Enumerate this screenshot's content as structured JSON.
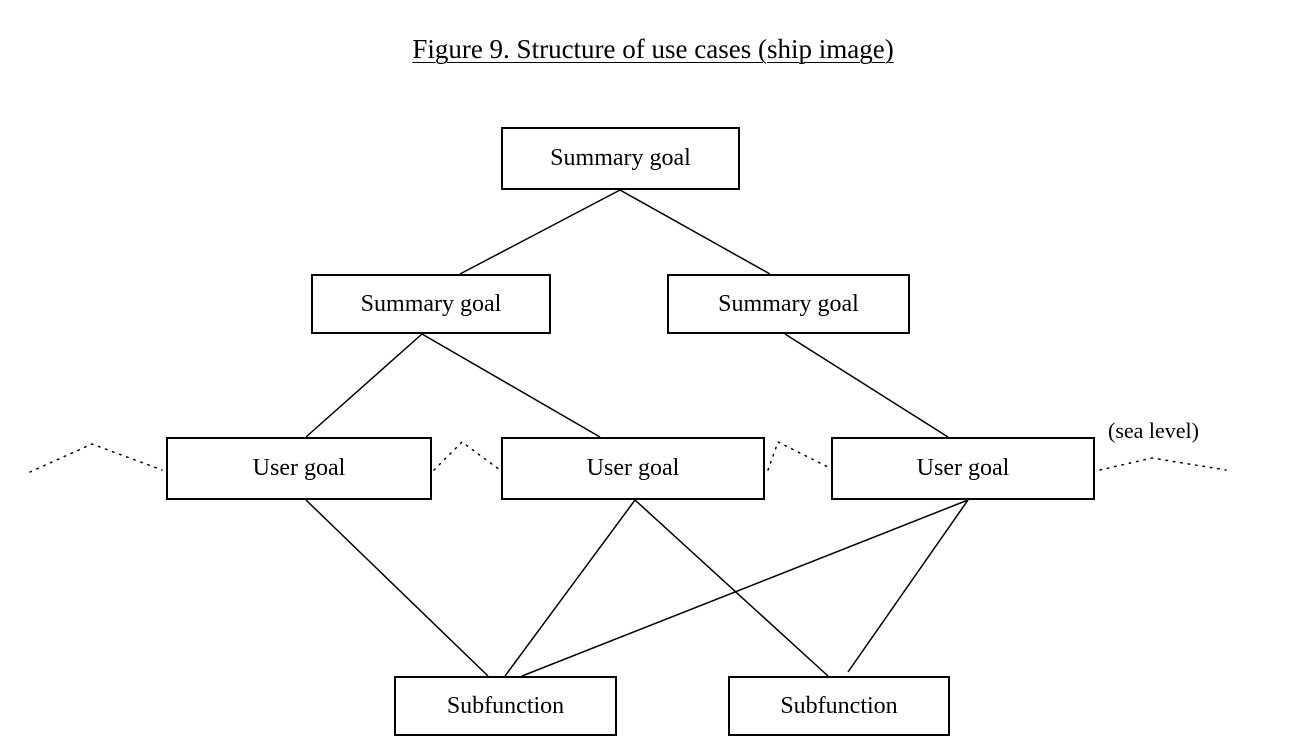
{
  "diagram": {
    "title": "Figure 9. Structure of use cases (ship image)",
    "sea_level_label": "(sea level)",
    "nodes": {
      "summary_root": "Summary goal",
      "summary_left": "Summary goal",
      "summary_right": "Summary goal",
      "user_1": "User goal",
      "user_2": "User goal",
      "user_3": "User goal",
      "sub_1": "Subfunction",
      "sub_2": "Subfunction"
    },
    "edges": [
      [
        "summary_root",
        "summary_left"
      ],
      [
        "summary_root",
        "summary_right"
      ],
      [
        "summary_left",
        "user_1"
      ],
      [
        "summary_left",
        "user_2"
      ],
      [
        "summary_right",
        "user_3"
      ],
      [
        "user_1",
        "sub_1"
      ],
      [
        "user_2",
        "sub_1"
      ],
      [
        "user_2",
        "sub_2"
      ],
      [
        "user_3",
        "sub_1"
      ],
      [
        "user_3",
        "sub_2"
      ]
    ]
  }
}
